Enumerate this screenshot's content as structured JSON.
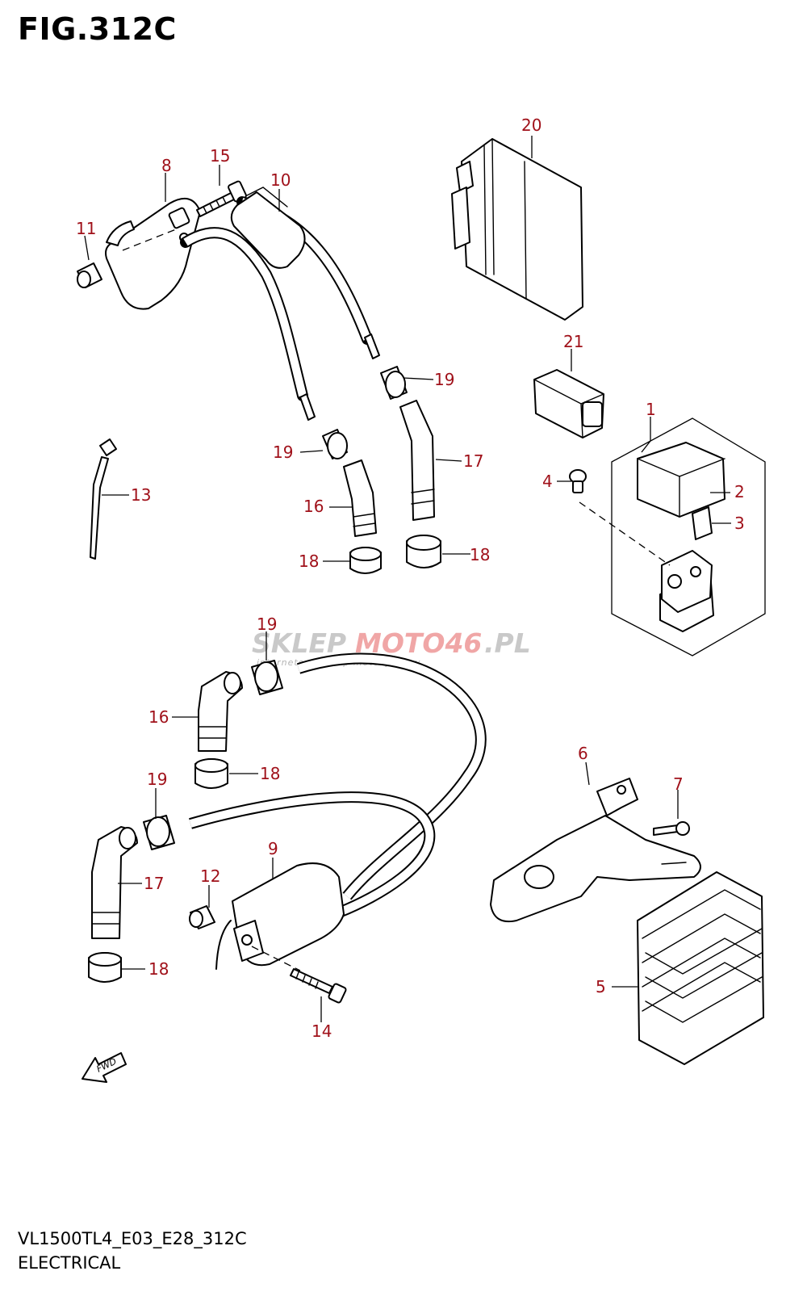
{
  "figure": {
    "title": "FIG.312C",
    "model_code": "VL1500TL4_E03_E28_312C",
    "section": "ELECTRICAL"
  },
  "watermark": {
    "brand_part1": "SKLEP",
    "brand_part2": "MOTO46",
    "brand_part3": ".PL",
    "tagline": "internetowy sklep motocyklowy"
  },
  "fwd_label": "FWD",
  "callouts": {
    "c1": "1",
    "c2": "2",
    "c3": "3",
    "c4": "4",
    "c5": "5",
    "c6": "6",
    "c7": "7",
    "c8": "8",
    "c9": "9",
    "c10": "10",
    "c11": "11",
    "c12": "12",
    "c13": "13",
    "c14": "14",
    "c15": "15",
    "c16a": "16",
    "c16b": "16",
    "c17a": "17",
    "c17b": "17",
    "c18a": "18",
    "c18b": "18",
    "c18c": "18",
    "c18d": "18",
    "c19a": "19",
    "c19b": "19",
    "c19c": "19",
    "c19d": "19",
    "c20": "20",
    "c21": "21"
  },
  "colors": {
    "callout": "#a0111a",
    "line": "#000000"
  }
}
